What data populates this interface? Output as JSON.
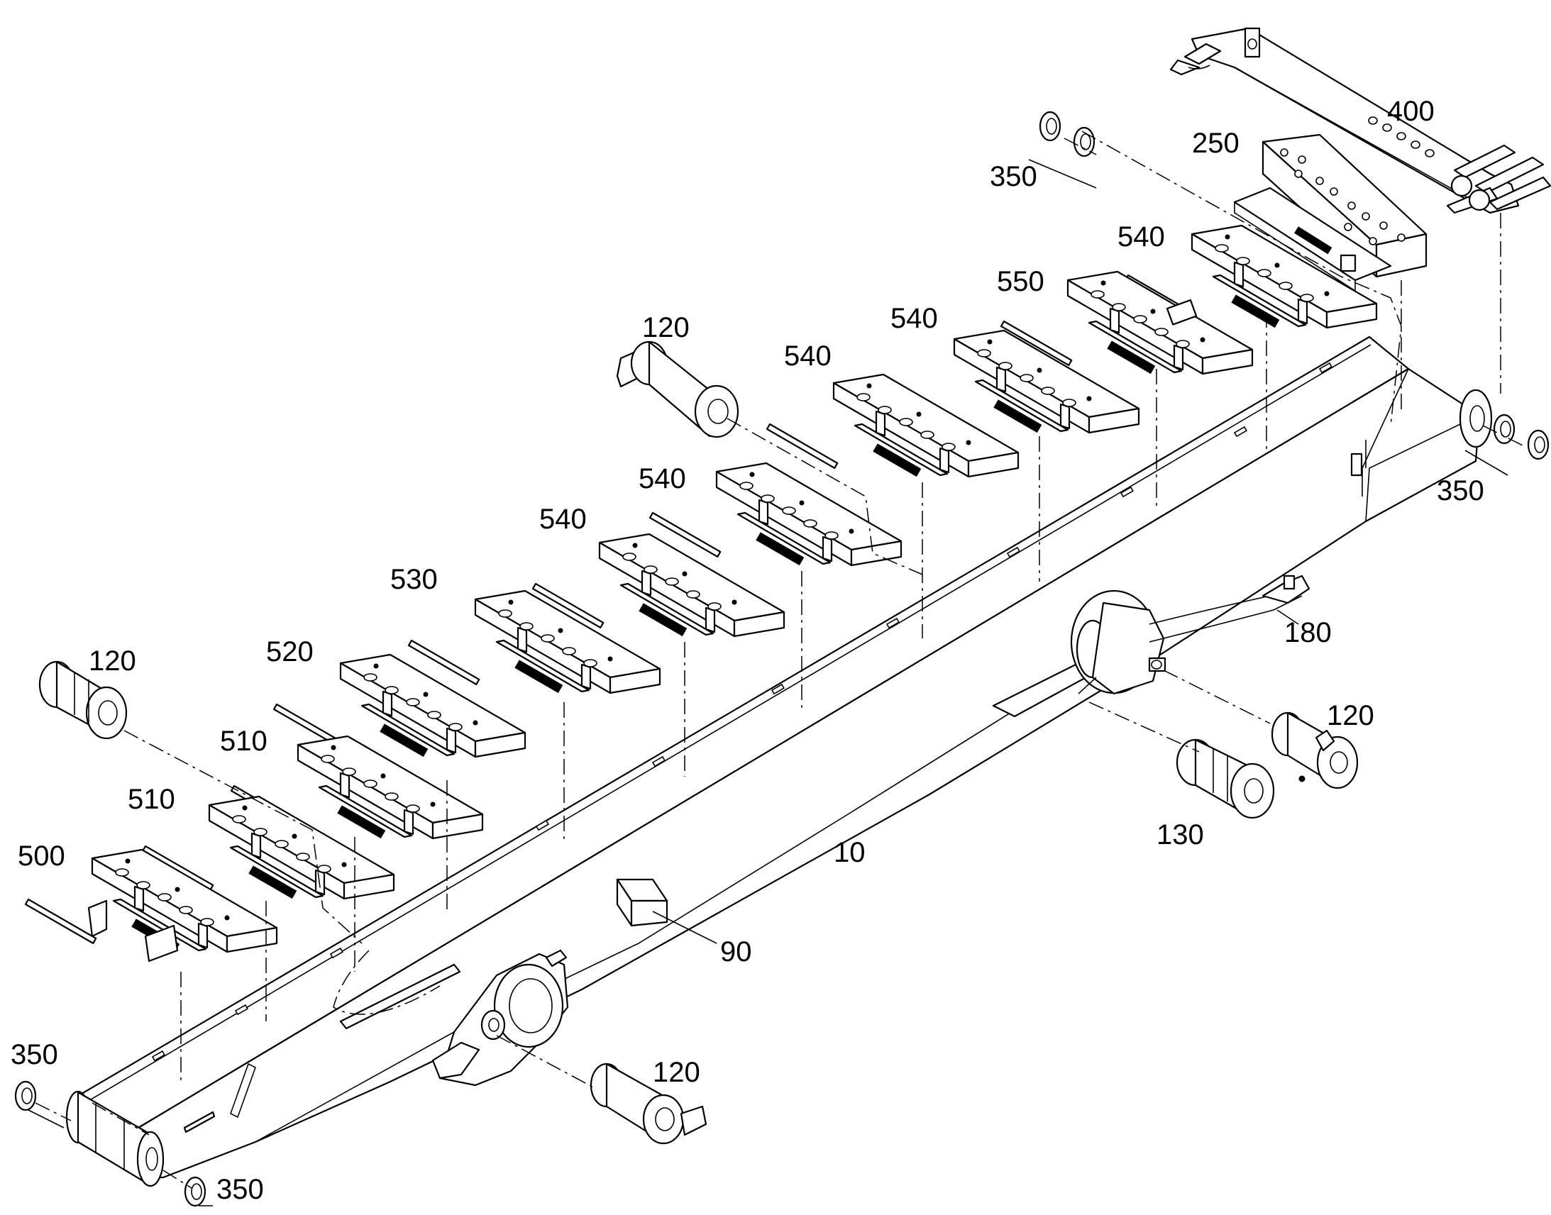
{
  "diagram": {
    "type": "exploded-parts-drawing",
    "callouts": {
      "c10": "10",
      "c90": "90",
      "c120_top": "120",
      "c120_left": "120",
      "c120_right": "120",
      "c120_bottom": "120",
      "c130": "130",
      "c180": "180",
      "c250": "250",
      "c350_top": "350",
      "c350_right": "350",
      "c350_left": "350",
      "c350_bottom": "350",
      "c400": "400",
      "c500": "500",
      "c510_a": "510",
      "c510_b": "510",
      "c520": "520",
      "c530": "530",
      "c540_a": "540",
      "c540_b": "540",
      "c540_c": "540",
      "c540_d": "540",
      "c540_e": "540",
      "c550": "550"
    }
  }
}
